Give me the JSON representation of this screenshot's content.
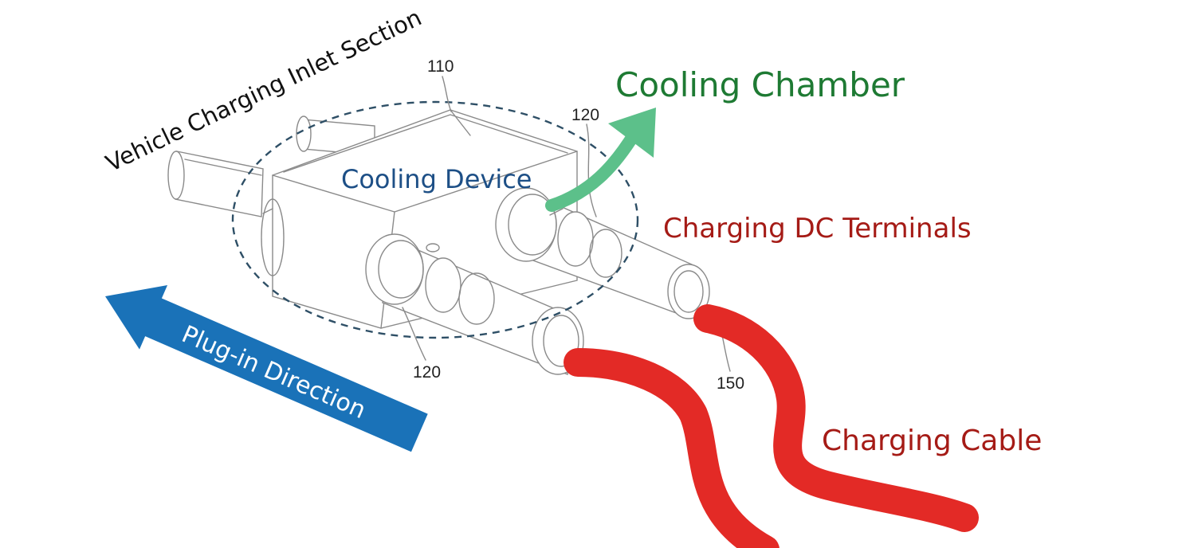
{
  "labels": {
    "inlet_section": "Vehicle Charging Inlet Section",
    "cooling_chamber": "Cooling Chamber",
    "cooling_device": "Cooling Device",
    "dc_terminals": "Charging DC Terminals",
    "plug_in_direction": "Plug-in Direction",
    "charging_cable": "Charging Cable"
  },
  "refs": {
    "r110": "110",
    "r120_top": "120",
    "r120_bottom": "120",
    "r150": "150"
  },
  "colors": {
    "green_label": "#1e7a33",
    "green_arrow": "#5cc08a",
    "blue_label": "#1d4f86",
    "blue_arrow": "#1a72b8",
    "red_label": "#a51b16",
    "red_cable": "#e32a26",
    "line_art": "#8a8a8a",
    "dash_ellipse": "#2e4f66"
  }
}
